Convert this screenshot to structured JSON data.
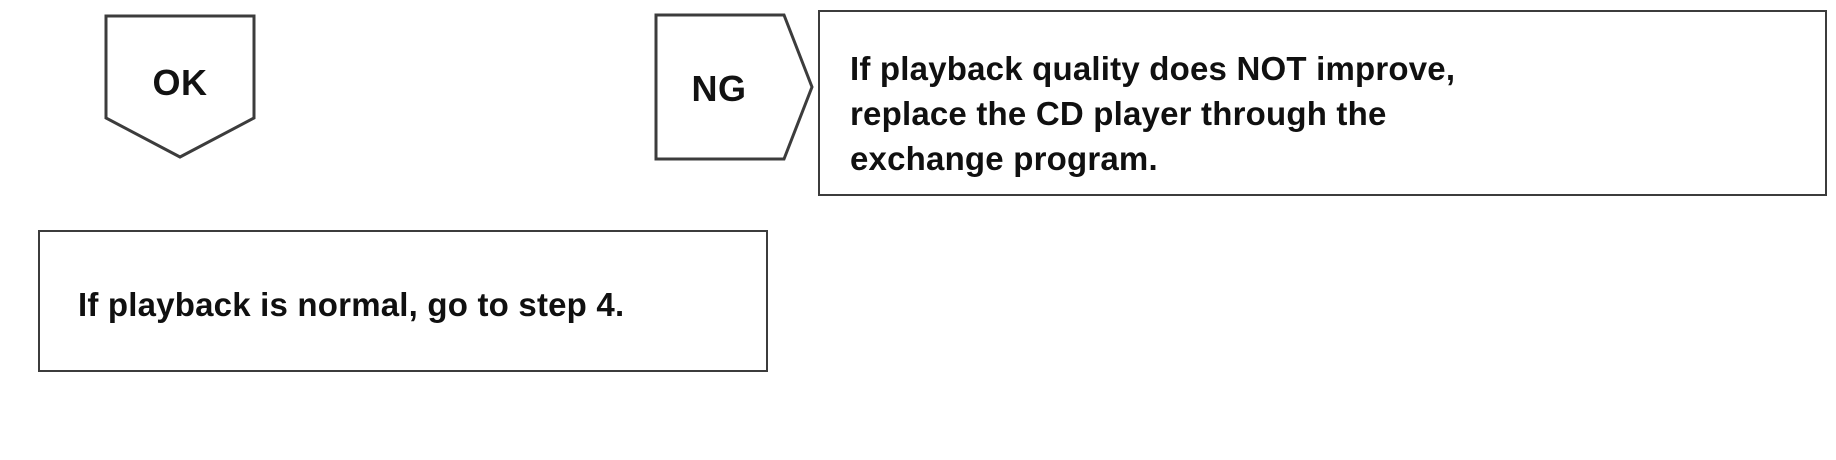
{
  "diagram": {
    "type": "flowchart-branch",
    "background_color": "#ffffff",
    "line_color": "#3c3c3c",
    "text_color": "#101010"
  },
  "nodes": {
    "ok": {
      "label": "OK",
      "shape": "pentagon-down",
      "icon": "pentagon-down-icon"
    },
    "ng": {
      "label": "NG",
      "shape": "pentagon-right",
      "icon": "pentagon-right-icon"
    }
  },
  "messages": {
    "ng_result": {
      "lines": [
        "If playback quality does NOT improve,",
        "replace the CD player through the",
        "exchange program."
      ],
      "full_text": "If playback quality does NOT improve, replace the CD player through the exchange program."
    },
    "ok_result": {
      "lines": [
        "If playback is normal, go to step 4."
      ],
      "full_text": "If playback is normal, go to step 4."
    }
  }
}
